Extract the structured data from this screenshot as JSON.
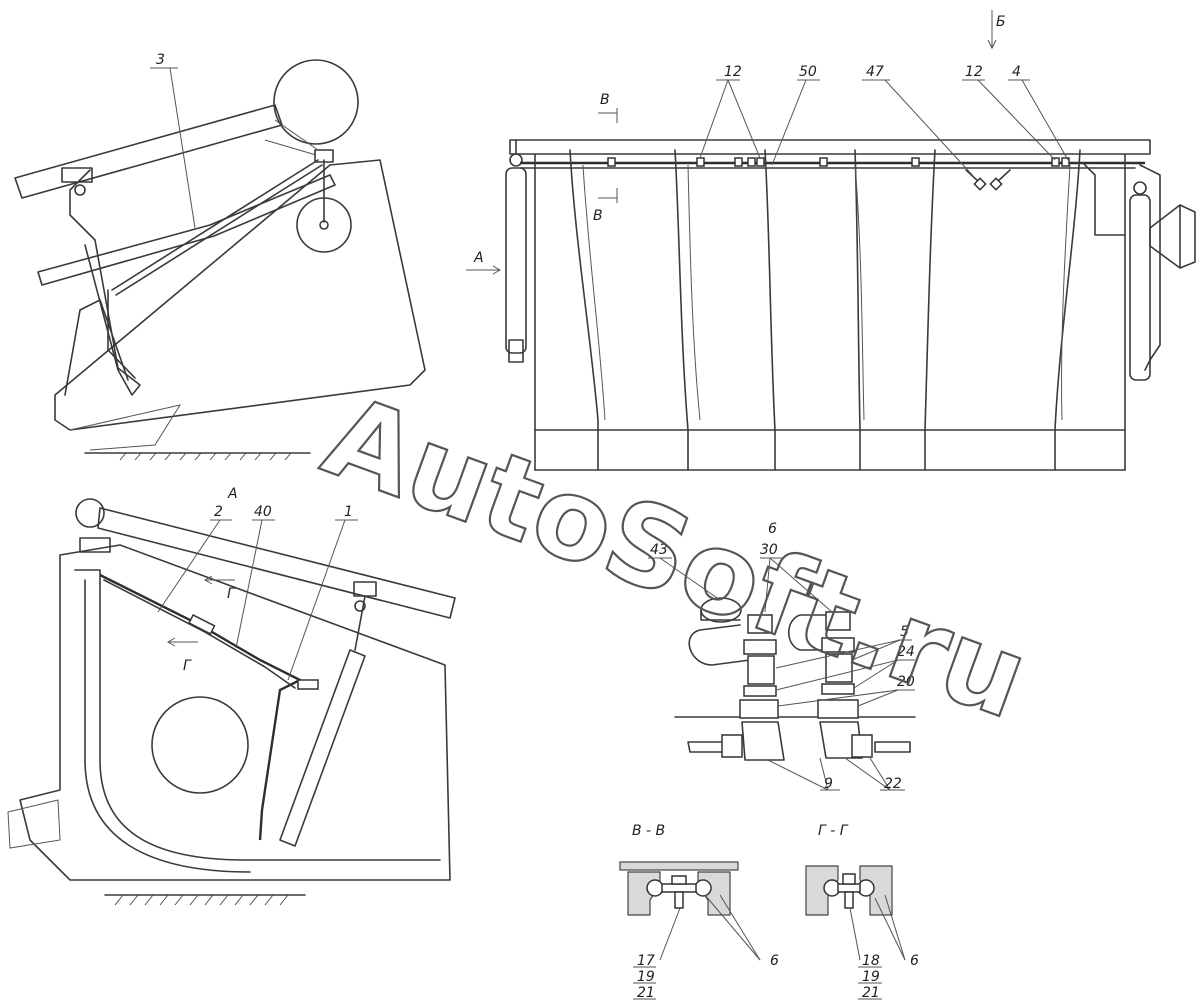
{
  "watermark": "AutoSoft.ru",
  "view_labels": {
    "view_a": "А",
    "view_b": "Б",
    "section_v_mark": "В",
    "section_g_mark": "Г",
    "section_vv": "В - В",
    "section_gg": "Г - Г"
  },
  "callouts": {
    "top_left_3": "3",
    "top_12_left": "12",
    "top_50": "50",
    "top_47": "47",
    "top_12_right": "12",
    "top_4": "4",
    "view_a_2": "2",
    "view_a_40": "40",
    "view_a_1": "1",
    "mid_43": "43",
    "mid_6": "6",
    "mid_30": "30",
    "mid_5": "5",
    "mid_24": "24",
    "mid_20": "20",
    "mid_9": "9",
    "mid_22": "22",
    "vv_17": "17",
    "vv_19": "19",
    "vv_21": "21",
    "vv_6": "6",
    "gg_18": "18",
    "gg_19": "19",
    "gg_21": "21",
    "gg_6": "6"
  }
}
